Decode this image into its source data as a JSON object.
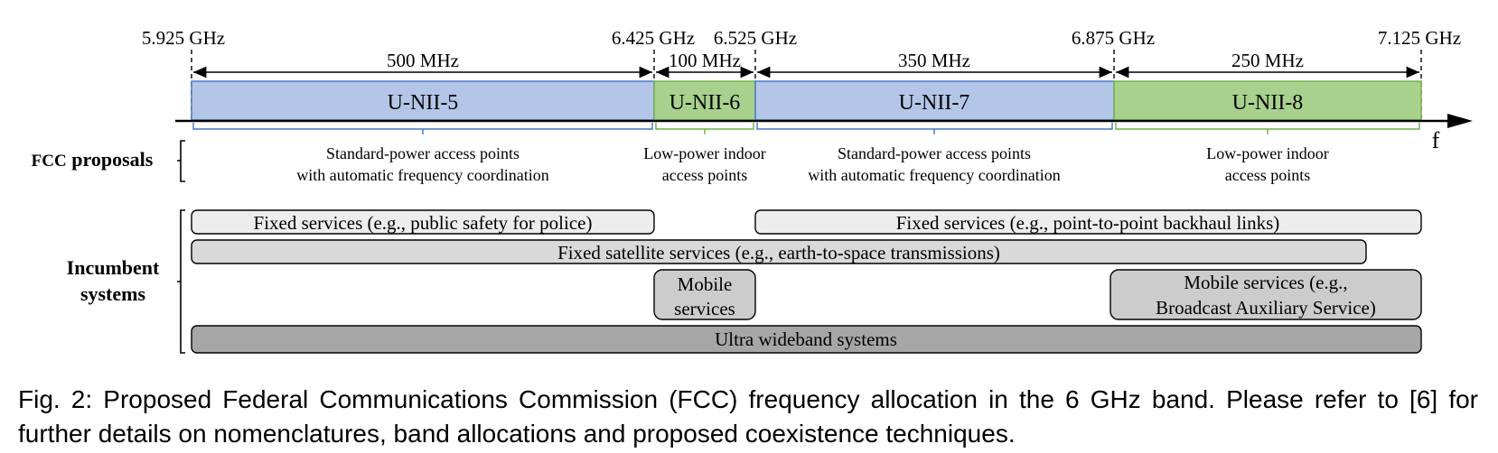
{
  "frequency_markers": [
    "5.925 GHz",
    "6.425 GHz",
    "6.525 GHz",
    "6.875 GHz",
    "7.125 GHz"
  ],
  "bandwidths": [
    "500 MHz",
    "100 MHz",
    "350 MHz",
    "250 MHz"
  ],
  "bands": [
    {
      "name": "U-NII-5",
      "color": "#b4c6e7"
    },
    {
      "name": "U-NII-6",
      "color": "#a9d18e"
    },
    {
      "name": "U-NII-7",
      "color": "#b4c6e7"
    },
    {
      "name": "U-NII-8",
      "color": "#a9d18e"
    }
  ],
  "axis_label": "f",
  "fcc": {
    "label_prefix": "FCC",
    "label_suffix": "proposals",
    "proposals": [
      {
        "line1": "Standard-power access points",
        "line2": "with automatic frequency coordination"
      },
      {
        "line1": "Low-power indoor",
        "line2": "access points"
      },
      {
        "line1": "Standard-power access points",
        "line2": "with automatic frequency coordination"
      },
      {
        "line1": "Low-power indoor",
        "line2": "access points"
      }
    ]
  },
  "incumbent": {
    "label_line1": "Incumbent",
    "label_line2": "systems",
    "services": [
      {
        "lines": [
          "Fixed services (e.g., public safety for police)"
        ],
        "color": "#ededed"
      },
      {
        "lines": [
          "Fixed services (e.g., point-to-point backhaul links)"
        ],
        "color": "#ededed"
      },
      {
        "lines": [
          "Fixed satellite services (e.g., earth-to-space transmissions)"
        ],
        "color": "#d9d9d9"
      },
      {
        "lines": [
          "Mobile",
          "services"
        ],
        "color": "#cccccc"
      },
      {
        "lines": [
          "Mobile services (e.g.,",
          "Broadcast Auxiliary Service)"
        ],
        "color": "#cccccc"
      },
      {
        "lines": [
          "Ultra wideband systems"
        ],
        "color": "#a6a6a6"
      }
    ]
  },
  "caption": "Fig. 2: Proposed Federal Communications Commission (FCC) frequency allocation in the 6 GHz band. Please refer to [6] for further details on nomenclatures, band allocations and proposed coexistence techniques."
}
